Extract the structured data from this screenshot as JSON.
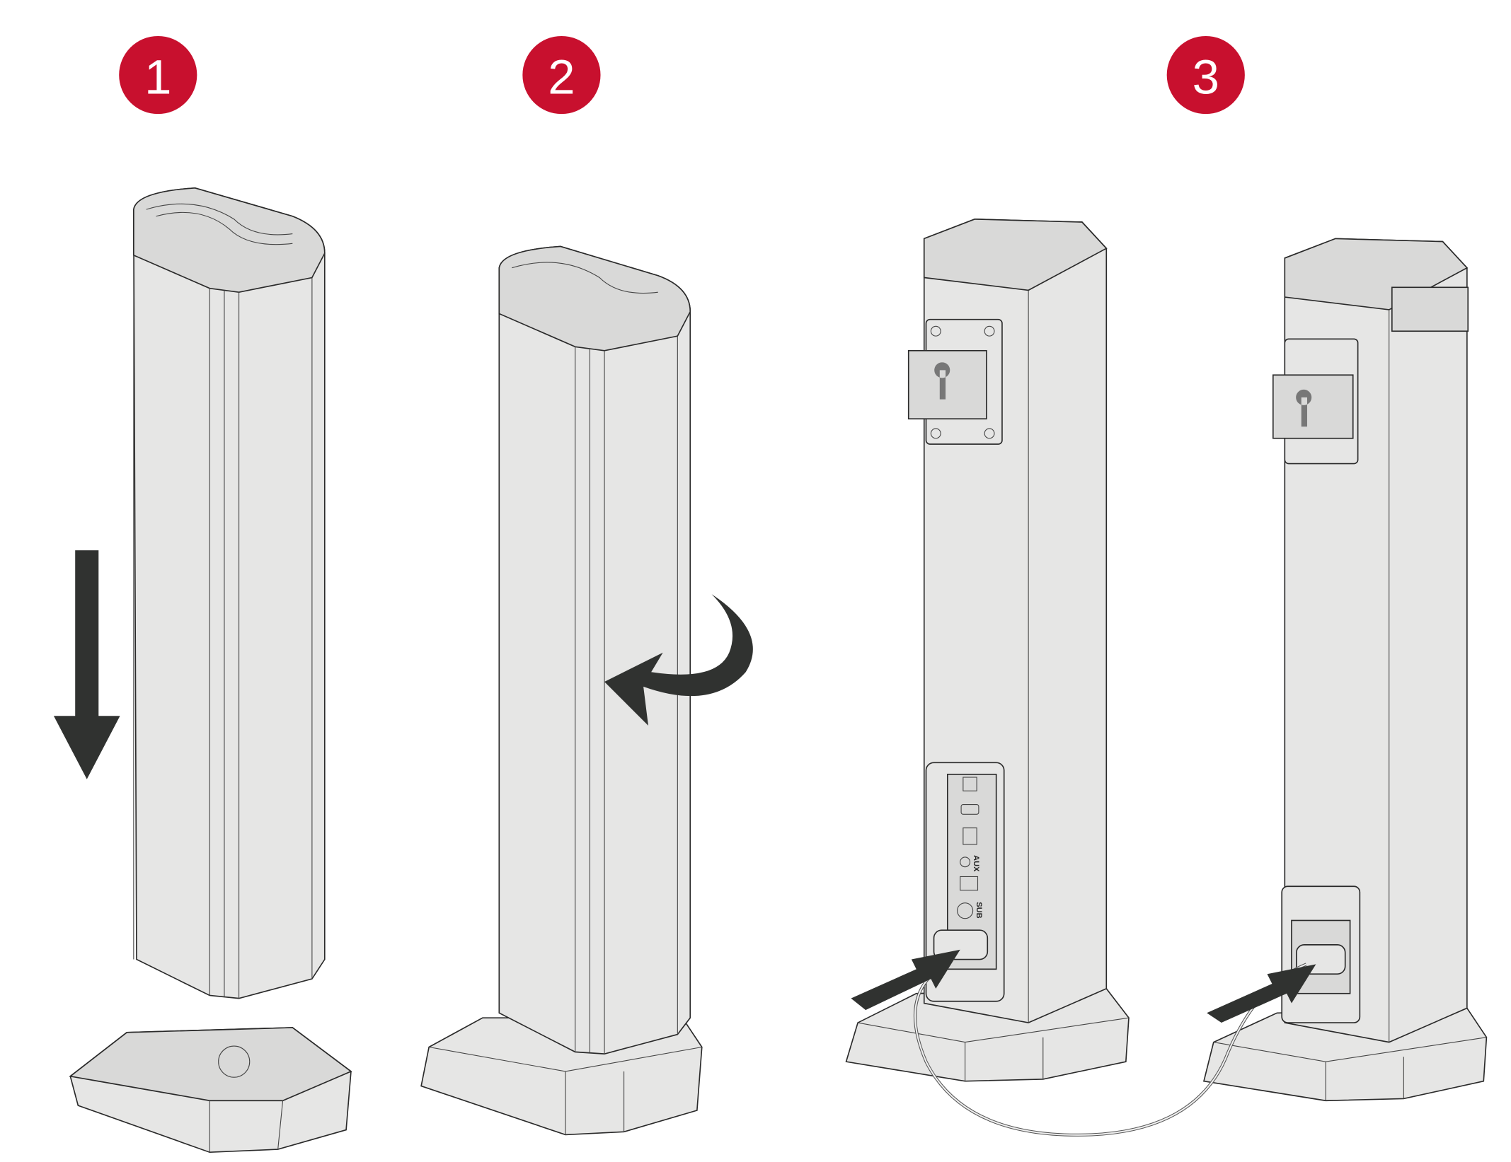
{
  "steps": [
    {
      "number": "1",
      "action": "place-down"
    },
    {
      "number": "2",
      "action": "rotate-lock"
    },
    {
      "number": "3",
      "action": "connect-cable"
    }
  ],
  "ports": {
    "aux_label": "AUX",
    "sub_label": "SUB"
  },
  "colors": {
    "step_badge": "#c8102e",
    "arrow": "#303230",
    "product": "#e6e6e5"
  }
}
